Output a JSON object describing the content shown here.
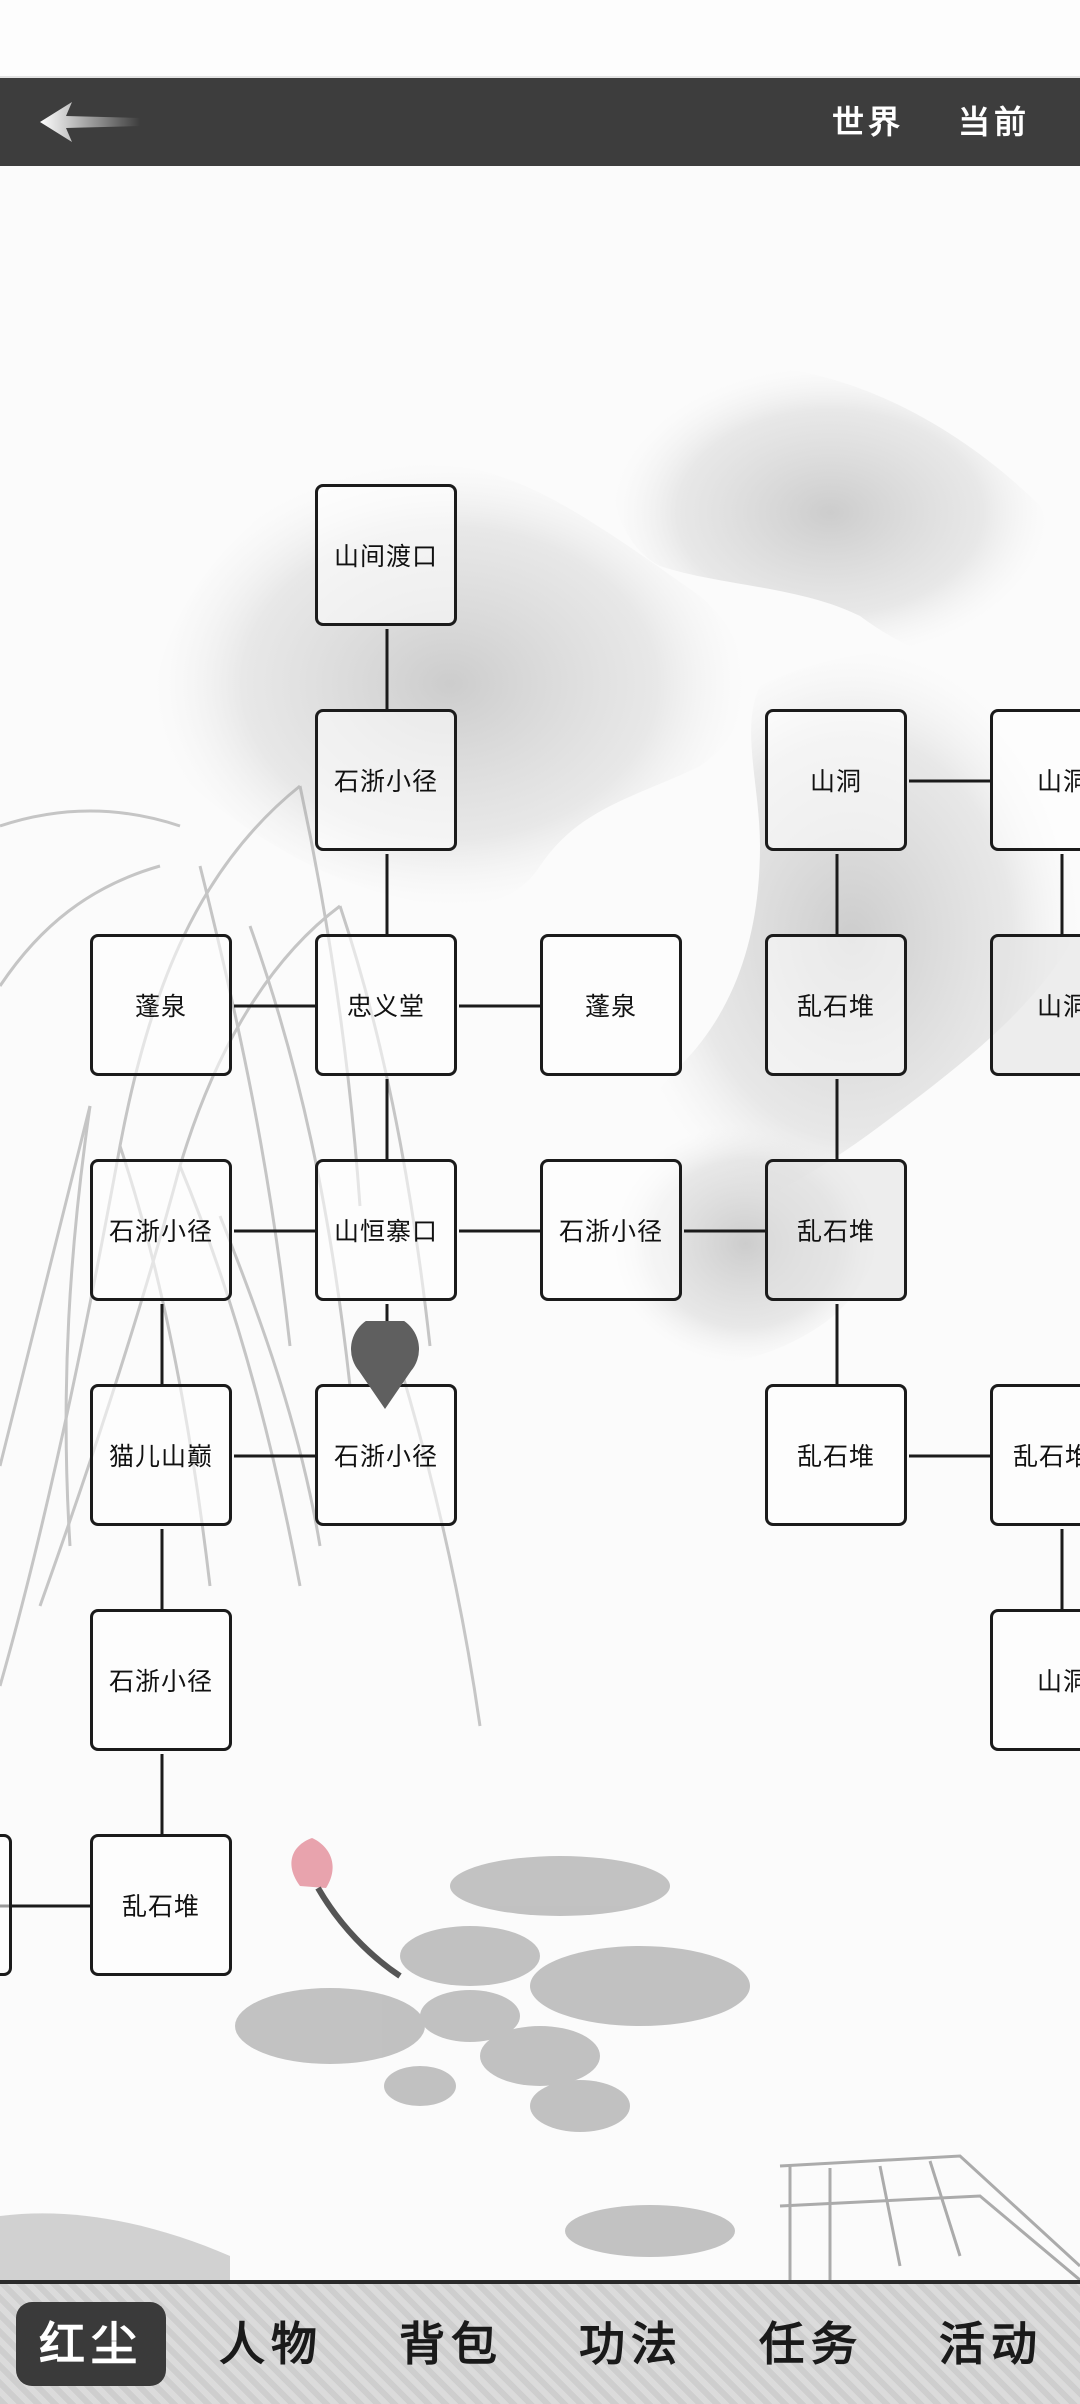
{
  "header": {
    "world_label": "世界",
    "current_label": "当前"
  },
  "map": {
    "nodes": [
      {
        "id": "n1",
        "label": "山间渡口"
      },
      {
        "id": "n2",
        "label": "石浙小径"
      },
      {
        "id": "n3",
        "label": "山洞"
      },
      {
        "id": "n4",
        "label": "山洞"
      },
      {
        "id": "n5",
        "label": "蓬泉"
      },
      {
        "id": "n6",
        "label": "忠义堂"
      },
      {
        "id": "n7",
        "label": "蓬泉"
      },
      {
        "id": "n8",
        "label": "乱石堆"
      },
      {
        "id": "n9",
        "label": "山洞"
      },
      {
        "id": "n10",
        "label": "石浙小径"
      },
      {
        "id": "n11",
        "label": "山恒寨口"
      },
      {
        "id": "n12",
        "label": "石浙小径"
      },
      {
        "id": "n13",
        "label": "乱石堆"
      },
      {
        "id": "n14",
        "label": "猫儿山巅"
      },
      {
        "id": "n15",
        "label": "石浙小径"
      },
      {
        "id": "n16",
        "label": "乱石堆"
      },
      {
        "id": "n17",
        "label": "乱石堆"
      },
      {
        "id": "n18",
        "label": "石浙小径"
      },
      {
        "id": "n19",
        "label": "山洞"
      },
      {
        "id": "n20",
        "label": "乱石堆"
      }
    ],
    "current_location": "石浙小径"
  },
  "bottom_nav": {
    "tabs": [
      {
        "label": "红尘",
        "active": true
      },
      {
        "label": "人物",
        "active": false
      },
      {
        "label": "背包",
        "active": false
      },
      {
        "label": "功法",
        "active": false
      },
      {
        "label": "任务",
        "active": false
      },
      {
        "label": "活动",
        "active": false
      }
    ]
  }
}
